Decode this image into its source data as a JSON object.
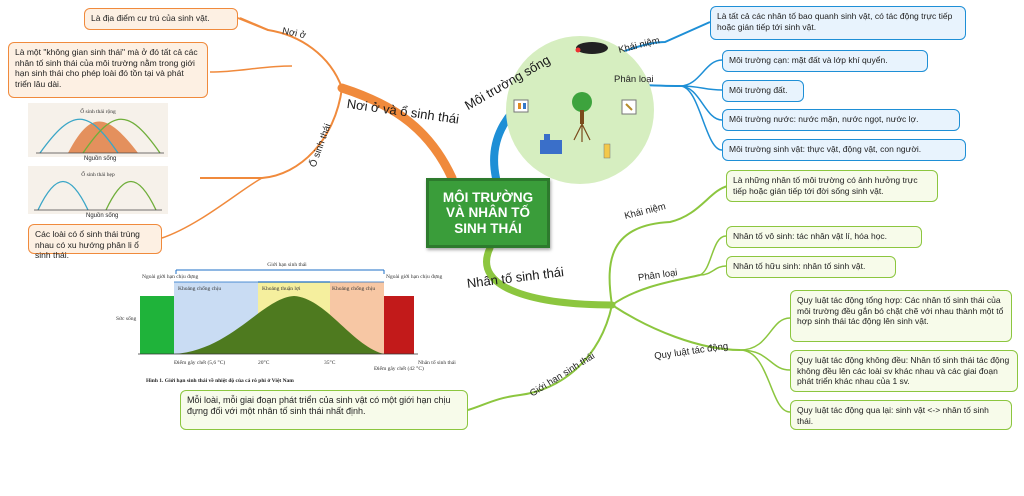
{
  "center": {
    "line1": "MÔI TRƯỜNG",
    "line2": "VÀ NHÂN TỐ",
    "line3": "SINH THÁI"
  },
  "branches": {
    "noi_o": {
      "label": "Nơi ở và ổ sinh thái",
      "sub_noi_o": "Nơi ở",
      "sub_o_sinh_thai": "Ổ sinh thái",
      "noi_o_def": "Là địa điểm cư trú của sinh vật.",
      "o_def": "Là một \"không gian sinh thái\" mà ở đó tất cả các nhân tố sinh thái của môi trường nằm trong giới hạn sinh thái cho phép loài đó tồn tại và phát triển lâu dài.",
      "o_note": "Các loài có ổ sinh thái trùng nhau có xu hướng phân li ổ sinh thái."
    },
    "moi_truong": {
      "label": "Môi trường sống",
      "khai_niem": "Khái niệm",
      "phan_loai": "Phân loại",
      "def": "Là tất cả các nhân tố bao quanh sinh vật, có tác động trực tiếp hoặc gián tiếp tới sinh vật.",
      "types": [
        "Môi trường cạn: mặt đất và lớp khí quyển.",
        "Môi trường đất.",
        "Môi trường nước: nước mặn, nước ngọt, nước lợ.",
        "Môi trường sinh vật: thực vật, động vật, con người."
      ]
    },
    "nhan_to": {
      "label": "Nhân tố sinh thái",
      "khai_niem": "Khái niệm",
      "phan_loai": "Phân loại",
      "quy_luat": "Quy luật tác động",
      "def": "Là những nhân tố môi trường có ảnh hưởng trực tiếp hoặc gián tiếp tới đời sống sinh vật.",
      "types": [
        "Nhân tố vô sinh: tác nhân vật lí, hóa học.",
        "Nhân tố hữu sinh: nhân tố sinh vật."
      ],
      "laws": [
        "Quy luật tác động tổng hợp: Các nhân tố sinh thái của môi trường đều gắn bó chặt chẽ với nhau thành một tổ hợp sinh thái tác động lên sinh vật.",
        "Quy luật tác động không đều: Nhân tố sinh thái tác động không đều lên các loài sv khác nhau và các giai đoạn phát triển khác nhau của 1 sv.",
        "Quy luật tác động qua lại: sinh vật <-> nhân tố sinh thái."
      ]
    },
    "gioi_han": {
      "label": "Giới hạn sinh thái",
      "def": "Mỗi loài, mỗi giai đoạn phát triển của sinh vật có một giới hạn chịu đựng đối với một nhân tố sinh thái nhất định."
    }
  },
  "niche_charts": [
    {
      "title": "Ổ sinh thái rộng",
      "axis": "Nguồn sống"
    },
    {
      "title": "Ổ sinh thái hẹp",
      "axis": "Nguồn sống"
    }
  ],
  "limit_diagram": {
    "top_label": "Giới hạn sinh thái",
    "left_limit": "Ngoài giới hạn chịu đựng",
    "right_limit": "Ngoài giới hạn chịu đựng",
    "zone_left": "Khoảng chống chịu",
    "zone_mid": "Khoảng thuận lợi",
    "zone_right": "Khoảng chống chịu",
    "y_label": "Sức sống",
    "x_label": "Nhân tố sinh thái",
    "low_point": "Điểm gây chết (5,6 °C)",
    "high_point": "Điểm gây chết (42 °C)",
    "ticks": [
      "20°C",
      "35°C"
    ],
    "caption": "Hình 1. Giới hạn sinh thái về nhiệt độ của cá rô phi ở Việt Nam"
  },
  "colors": {
    "orange": "#f08a3c",
    "blue": "#1e8fd6",
    "green": "#8cc63f",
    "center": "#3a9d3a"
  }
}
